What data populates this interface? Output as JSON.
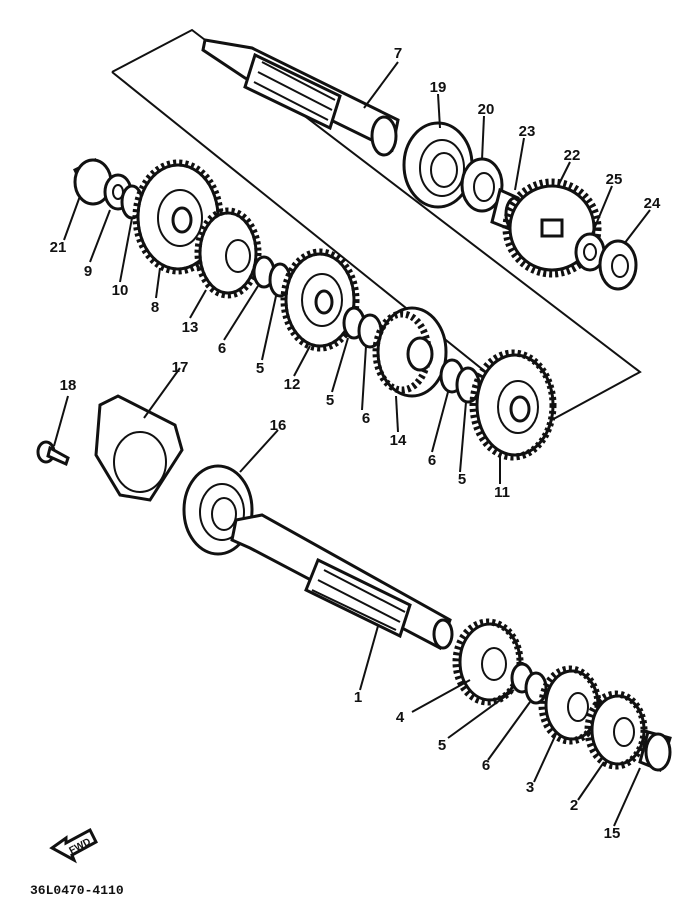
{
  "callouts": {
    "c7": "7",
    "c19": "19",
    "c20": "20",
    "c23": "23",
    "c22": "22",
    "c25": "25",
    "c24": "24",
    "c21": "21",
    "c9": "9",
    "c10": "10",
    "c8": "8",
    "c13": "13",
    "c6a": "6",
    "c5a": "5",
    "c12": "12",
    "c5b": "5",
    "c6b": "6",
    "c14": "14",
    "c6c": "6",
    "c5c": "5",
    "c11": "11",
    "c18": "18",
    "c17": "17",
    "c16": "16",
    "c1": "1",
    "c4": "4",
    "c5d": "5",
    "c6d": "6",
    "c3": "3",
    "c2": "2",
    "c15": "15"
  },
  "fwd_label": "FWD",
  "drawing_code": "36L0470-4110"
}
